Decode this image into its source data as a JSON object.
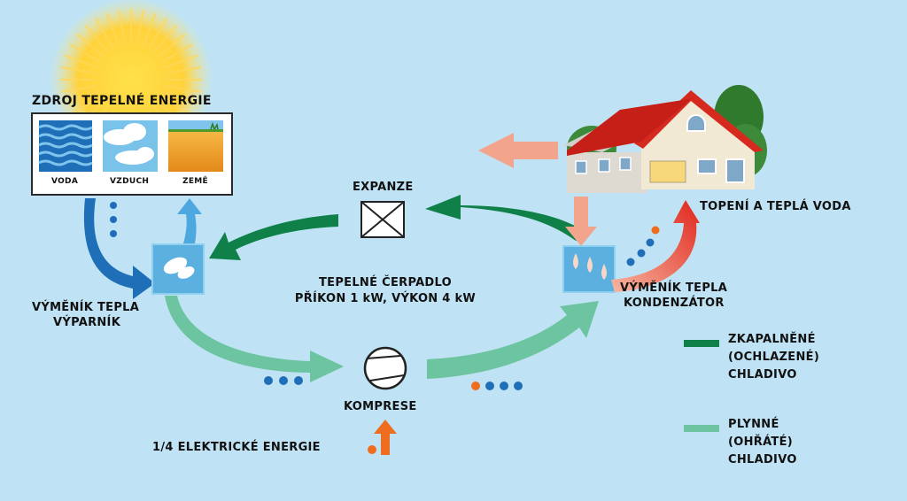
{
  "colors": {
    "background": "#bfe3f4",
    "liquid_refrigerant": "#0e8048",
    "gas_refrigerant": "#6cc4a0",
    "hot_arrow": "#e0261c",
    "cold_blue": "#1f6fb8",
    "electric_orange": "#ef6d1e",
    "heat_out": "#f2a58c"
  },
  "source": {
    "title": "ZDROJ TEPELNÉ ENERGIE",
    "tiles": [
      "VODA",
      "VZDUCH",
      "ZEMĚ"
    ]
  },
  "labels": {
    "expansion": "EXPANZE",
    "heat_pump_title": "TEPELNÉ ČERPADLO",
    "heat_pump_power": "PŘÍKON 1 kW, VÝKON 4 kW",
    "compression": "KOMPRESE",
    "electric": "1/4 ELEKTRICKÉ ENERGIE",
    "heating": "TOPENÍ A TEPLÁ VODA",
    "evaporator": [
      "VÝMĚNÍK TEPLA",
      "VÝPARNÍK"
    ],
    "condenser": [
      "VÝMĚNÍK TEPLA",
      "KONDENZÁTOR"
    ]
  },
  "legend": [
    {
      "lines": [
        "ZKAPALNĚNÉ",
        "(OCHLAZENÉ)",
        "CHLADIVO"
      ],
      "color": "#0e8048"
    },
    {
      "lines": [
        "PLYNNÉ",
        "(OHŘÁTÉ)",
        "CHLADIVO"
      ],
      "color": "#6cc4a0"
    }
  ]
}
